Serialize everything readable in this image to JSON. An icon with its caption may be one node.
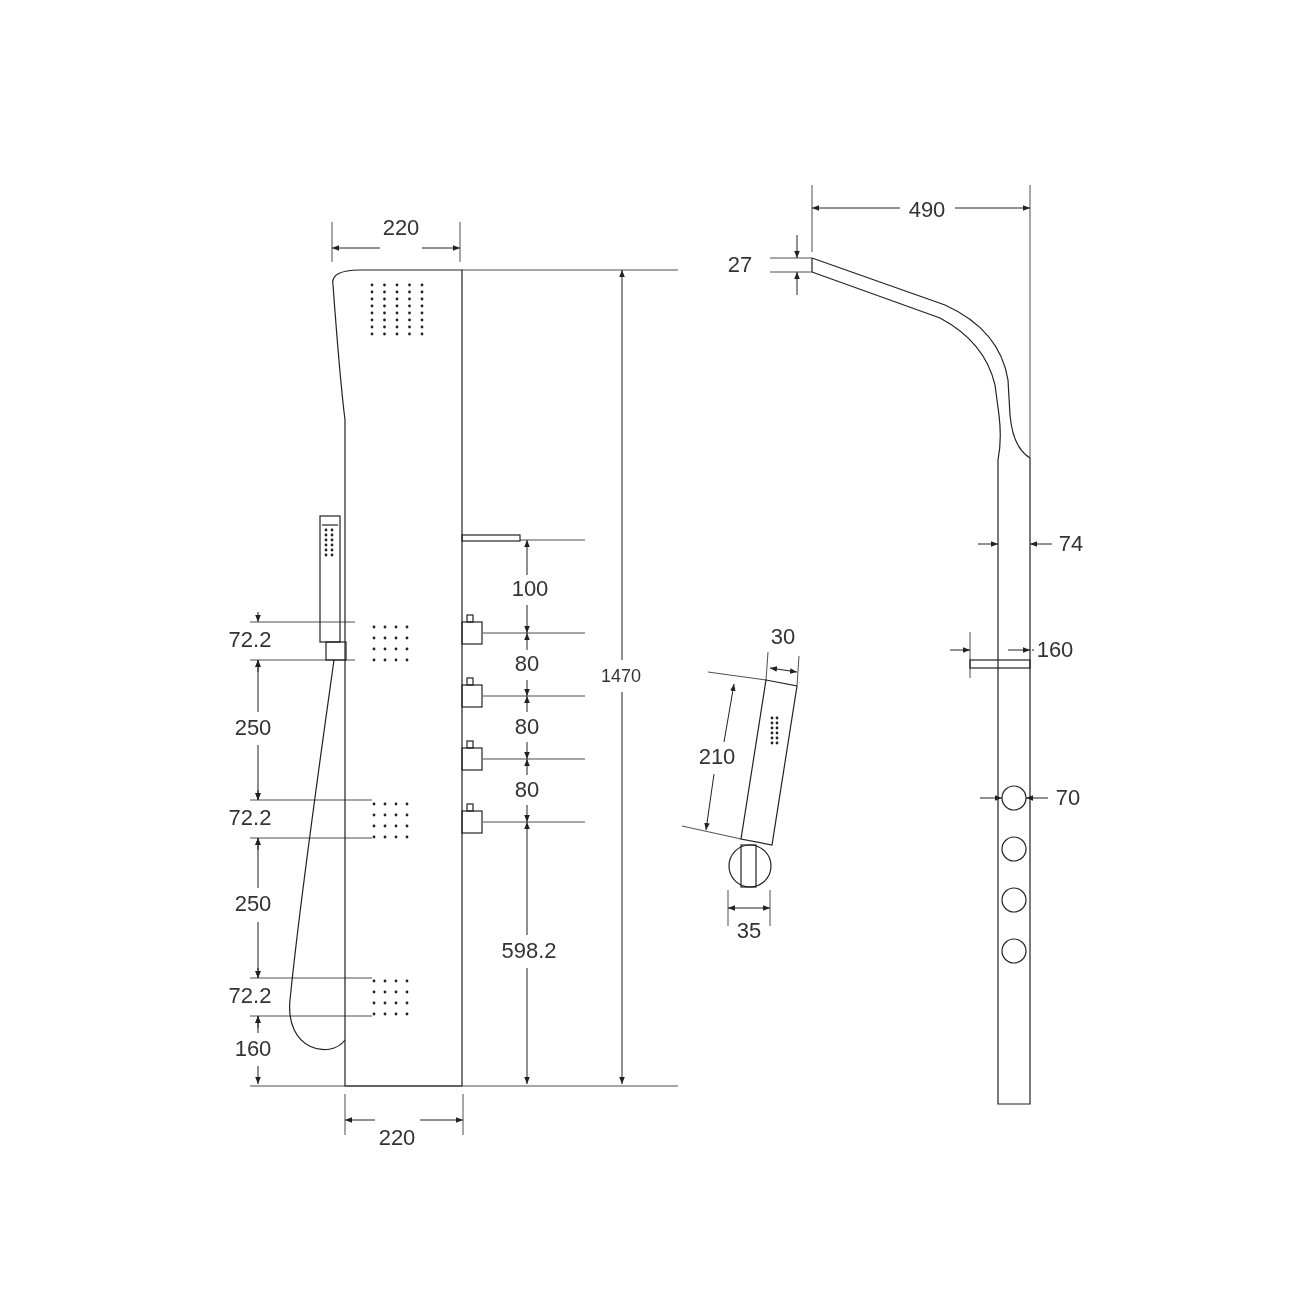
{
  "diagram": {
    "labels": [
      "220",
      "490",
      "27",
      "74",
      "100",
      "72.2",
      "30",
      "160",
      "80",
      "1470",
      "250",
      "80",
      "210",
      "80",
      "70",
      "72.2",
      "250",
      "35",
      "598.2",
      "72.2",
      "160",
      "220"
    ]
  }
}
